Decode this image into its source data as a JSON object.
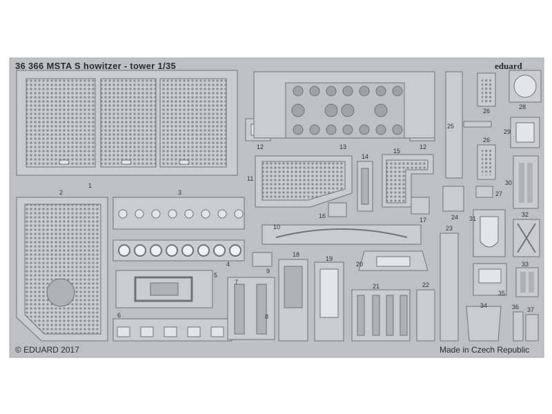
{
  "header": {
    "title": "36 366  MSTA S howitzer - tower    1/35",
    "brand": "eduard"
  },
  "footer": {
    "copyright": "© EDUARD 2017",
    "origin": "Made in Czech Republic"
  },
  "colors": {
    "background": "#ffffff",
    "fret": "#bdc0c4",
    "part": "#c9ccd0",
    "mesh": "#8d9196",
    "outline": "#6f7378"
  },
  "part_numbers": [
    "1",
    "2",
    "3",
    "4",
    "5",
    "6",
    "7",
    "8",
    "9",
    "10",
    "11",
    "12",
    "12",
    "13",
    "14",
    "15",
    "16",
    "17",
    "18",
    "19",
    "20",
    "21",
    "22",
    "23",
    "24",
    "25",
    "26",
    "26",
    "27",
    "28",
    "29",
    "30",
    "31",
    "32",
    "33",
    "34",
    "35",
    "36",
    "37"
  ]
}
